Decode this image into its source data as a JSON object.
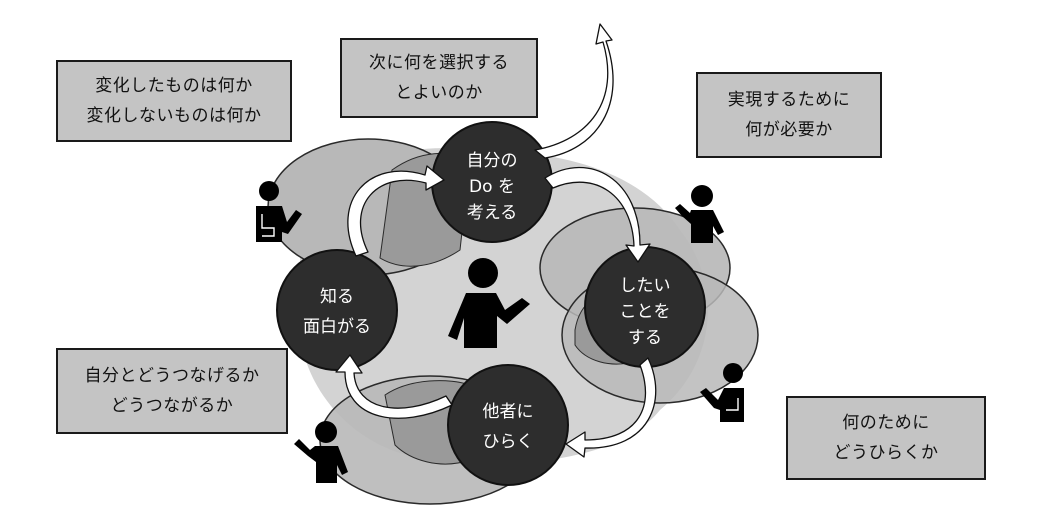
{
  "diagram": {
    "type": "cycle",
    "colors": {
      "background_area": "#d3d3d3",
      "group_ellipse": "#b8b8b8",
      "group_overlap": "#9a9a9a",
      "node_fill": "#2d2d2d",
      "arrow_fill": "#ffffff",
      "question_box": "#c4c4c4",
      "person": "#000000"
    },
    "nodes": [
      {
        "id": "think-do",
        "lines": [
          "自分の",
          "Do を",
          "考える"
        ]
      },
      {
        "id": "do-what-you-want",
        "lines": [
          "したい",
          "ことを",
          "する"
        ]
      },
      {
        "id": "open-to-others",
        "lines": [
          "他者に",
          "ひらく"
        ]
      },
      {
        "id": "know-enjoy",
        "lines": [
          "知る",
          "面白がる"
        ]
      }
    ],
    "cycle_order": [
      "think-do",
      "do-what-you-want",
      "open-to-others",
      "know-enjoy",
      "think-do"
    ],
    "questions": [
      {
        "id": "change",
        "lines": [
          "変化したものは何か",
          "変化しないものは何か"
        ]
      },
      {
        "id": "next",
        "lines": [
          "次に何を選択する",
          "とよいのか"
        ]
      },
      {
        "id": "realize",
        "lines": [
          "実現するために",
          "何が必要か"
        ]
      },
      {
        "id": "connect",
        "lines": [
          "自分とどうつなげるか",
          "どうつながるか"
        ]
      },
      {
        "id": "purpose",
        "lines": [
          "何のために",
          "どうひらくか"
        ]
      }
    ],
    "people": [
      "center-person",
      "top-left-person",
      "top-right-person",
      "bottom-right-person",
      "bottom-left-person"
    ]
  }
}
